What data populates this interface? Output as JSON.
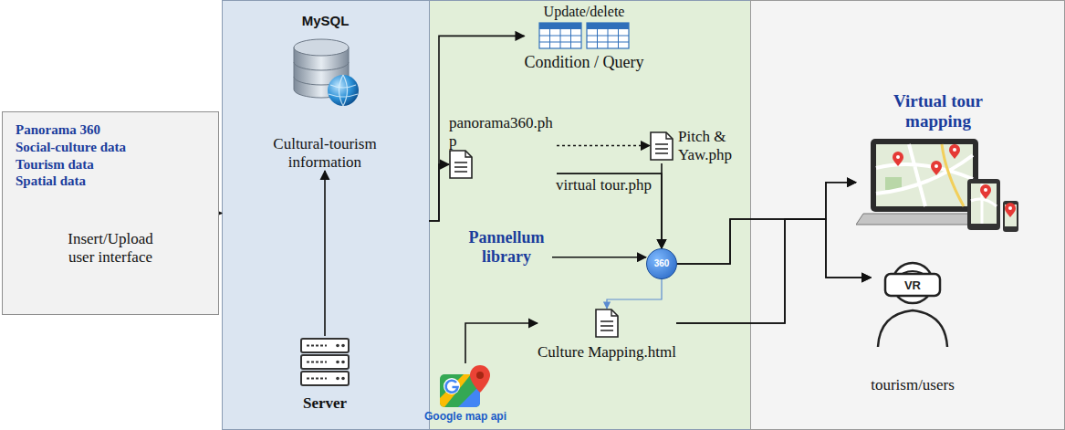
{
  "diagram": {
    "nodes": [
      {
        "text": [
          "Panorama 360",
          "Social-culture data",
          "Tourism data",
          "Spatial data",
          "Insert/Upload user interface"
        ]
      },
      {
        "text": [
          "MySQL"
        ]
      },
      {
        "text": [
          "Cultural-tourism information"
        ],
        "in": 1
      },
      {
        "text": [
          "Server"
        ],
        "in": 1
      },
      {
        "text": [
          "Update/delete",
          "Condition / Query"
        ]
      },
      {
        "text": [
          "panorama360.ph p"
        ]
      },
      {
        "text": [
          "Pitch & Yaw.php"
        ]
      },
      {
        "text": [
          "360"
        ]
      },
      {
        "text": [
          "Pannellum library"
        ]
      },
      {
        "text": [
          "Culture Mapping.html"
        ]
      },
      {
        "text": [
          "Google map api"
        ]
      },
      {
        "text": [
          "Virtual tour mapping"
        ]
      },
      {
        "text": [
          "tourism/users"
        ]
      }
    ],
    "edges": [
      {
        "from": 0,
        "to": 1,
        "arrow": "to"
      },
      {
        "from": 3,
        "to": 2,
        "arrow": "to"
      },
      {
        "from": 1,
        "to": 4,
        "arrow": "to"
      },
      {
        "from": 1,
        "to": 5,
        "arrow": "to"
      },
      {
        "from": 5,
        "to": 6,
        "arrow": "to"
      },
      {
        "from": 5,
        "to": 7,
        "label": "virtual tour.php",
        "arrow": "to"
      },
      {
        "from": 6,
        "to": 7,
        "arrow": "to"
      },
      {
        "from": 8,
        "to": 7,
        "arrow": "to"
      },
      {
        "from": 7,
        "to": 9,
        "arrow": "to"
      },
      {
        "from": 10,
        "to": 9,
        "arrow": "to"
      },
      {
        "from": 7,
        "to": 11,
        "arrow": "to"
      },
      {
        "from": 7,
        "to": 12,
        "arrow": "to"
      },
      {
        "from": 9,
        "to": 11,
        "arrow": "to"
      },
      {
        "from": 9,
        "to": 12,
        "arrow": "to"
      }
    ],
    "labels": [
      "VR"
    ]
  }
}
